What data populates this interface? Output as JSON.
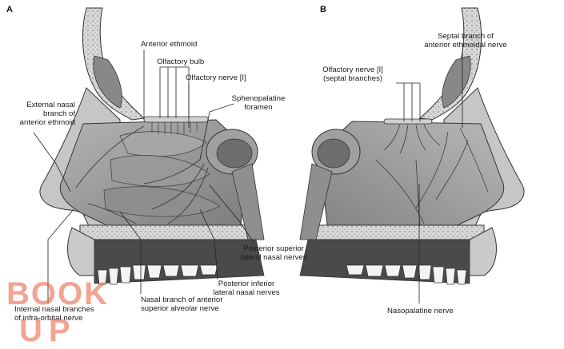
{
  "panels": {
    "a": "A",
    "b": "B"
  },
  "labels": {
    "anterior_ethmoid": "Anterior ethmoid",
    "olfactory_bulb": "Olfactory bulb",
    "olfactory_nerve": "Olfactory nerve [I]",
    "sphenopalatine_1": "Sphenopalatine",
    "sphenopalatine_2": "foramen",
    "external_nasal_1": "External nasal",
    "external_nasal_2": "branch of",
    "external_nasal_3": "anterior ethmoid",
    "posterior_superior_1": "Posterior superior",
    "posterior_superior_2": "lateral nasal nerves",
    "posterior_inferior_1": "Posterior inferior",
    "posterior_inferior_2": "lateral nasal nerves",
    "internal_nasal_1": "Internal nasal branches",
    "internal_nasal_2": "of infra-orbital nerve",
    "nasal_branch_1": "Nasal branch of anterior",
    "nasal_branch_2": "superior alveolar nerve",
    "septal_branch_1": "Septal branch of",
    "septal_branch_2": "anterior ethmoidal nerve",
    "olfactory_septal_1": "Olfactory nerve [I]",
    "olfactory_septal_2": "(septal branches)",
    "nasopalatine": "Nasopalatine nerve"
  },
  "watermark": {
    "top": "BOOK",
    "bottom": "UP"
  },
  "colors": {
    "tissue": "#9a9a9a",
    "bone": "#d2d2d2",
    "dark": "#4a4a4a",
    "watermark": "#e85a3c"
  }
}
